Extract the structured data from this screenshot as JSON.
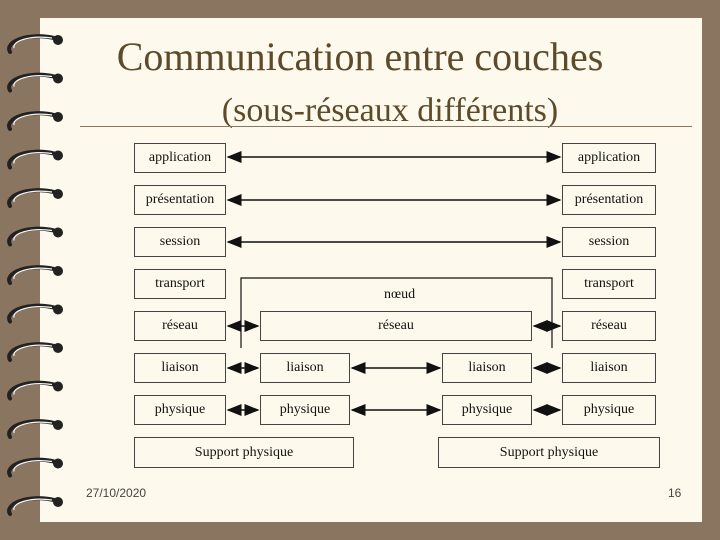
{
  "slide": {
    "title": "Communication entre couches",
    "subtitle": "(sous-réseaux différents)",
    "date": "27/10/2020",
    "page_number": "16"
  },
  "stack_left": [
    "application",
    "présentation",
    "session",
    "transport",
    "réseau",
    "liaison",
    "physique"
  ],
  "stack_right": [
    "application",
    "présentation",
    "session",
    "transport",
    "réseau",
    "liaison",
    "physique"
  ],
  "node": {
    "label": "nœud",
    "network": "réseau",
    "link_left": "liaison",
    "link_right": "liaison",
    "phys_left": "physique",
    "phys_right": "physique"
  },
  "media": {
    "left": "Support physique",
    "right": "Support physique"
  },
  "colors": {
    "background": "#8a7560",
    "slide": "#fdf9ec",
    "title": "#5c4a2a"
  }
}
